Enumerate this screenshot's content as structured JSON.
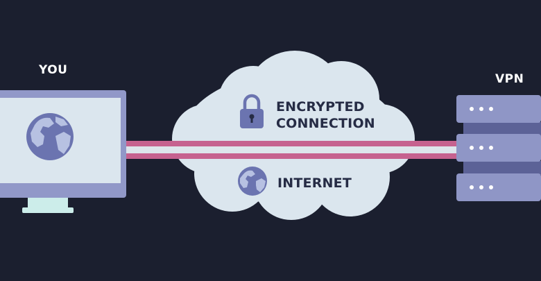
{
  "nodes": {
    "user": {
      "label": "YOU"
    },
    "vpn": {
      "label": "VPN"
    }
  },
  "cloud": {
    "encrypted_line1": "ENCRYPTED",
    "encrypted_line2": "CONNECTION",
    "internet": "INTERNET"
  },
  "icons": {
    "monitor": "monitor-icon",
    "globe": "globe-icon",
    "lock": "lock-icon",
    "server": "server-rack-icon"
  },
  "colors": {
    "background": "#1b1f2f",
    "monitor_frame": "#9198c8",
    "monitor_screen": "#dbe6ee",
    "monitor_stand": "#ccedea",
    "globe_water": "#6b74b0",
    "globe_land": "#b7c1e2",
    "tunnel": "#c6628f",
    "tunnel_core": "#dde6ec",
    "cloud": "#dbe6ee",
    "cloud_text": "#262c45",
    "server": "#8f96c6",
    "server_dark": "#5c6297",
    "server_dots": "#ffffff"
  }
}
